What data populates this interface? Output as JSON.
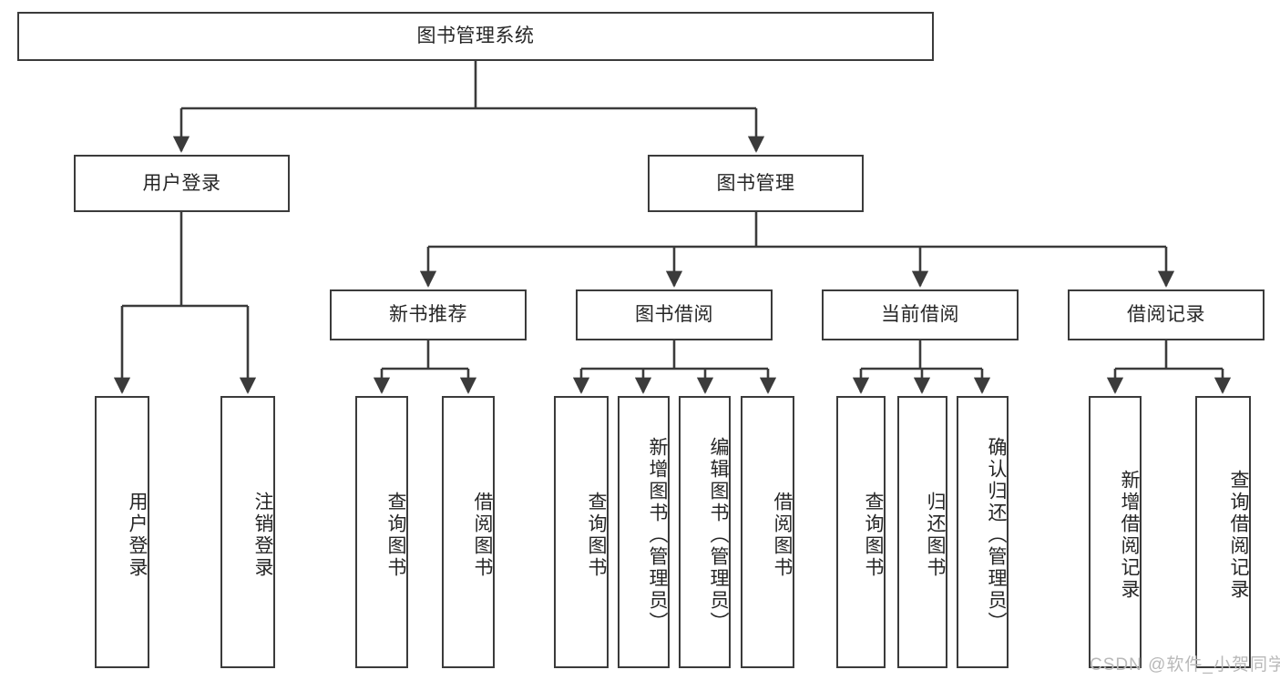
{
  "diagram": {
    "title": "图书管理系统",
    "type": "tree-hierarchy-diagram",
    "watermark": "CSDN @软件_小贺同学",
    "colors": {
      "box_border": "#3b3b3b",
      "box_fill": "#ffffff",
      "connector": "#3b3b3b",
      "text": "#262626",
      "watermark": "#b9b9b9",
      "background": "#ffffff"
    },
    "nodes": {
      "root": {
        "label": "图书管理系统",
        "level": 1,
        "orientation": "horizontal"
      },
      "user_login": {
        "label": "用户登录",
        "level": 2,
        "orientation": "horizontal"
      },
      "book_manage": {
        "label": "图书管理",
        "level": 2,
        "orientation": "horizontal"
      },
      "new_book_rec": {
        "label": "新书推荐",
        "level": 3,
        "orientation": "horizontal"
      },
      "book_borrow": {
        "label": "图书借阅",
        "level": 3,
        "orientation": "horizontal"
      },
      "current_borrow": {
        "label": "当前借阅",
        "level": 3,
        "orientation": "horizontal"
      },
      "borrow_record": {
        "label": "借阅记录",
        "level": 3,
        "orientation": "horizontal"
      },
      "leaf_1": {
        "label": "用户登录",
        "level": 4,
        "orientation": "vertical",
        "parent": "用户登录"
      },
      "leaf_2": {
        "label": "注销登录",
        "level": 4,
        "orientation": "vertical",
        "parent": "用户登录"
      },
      "leaf_3": {
        "label": "查询图书",
        "level": 4,
        "orientation": "vertical",
        "parent": "新书推荐"
      },
      "leaf_4": {
        "label": "借阅图书",
        "level": 4,
        "orientation": "vertical",
        "parent": "新书推荐"
      },
      "leaf_5": {
        "label": "查询图书",
        "level": 4,
        "orientation": "vertical",
        "parent": "图书借阅"
      },
      "leaf_6": {
        "label": "新增图书（管理员）",
        "level": 4,
        "orientation": "vertical",
        "parent": "图书借阅"
      },
      "leaf_7": {
        "label": "编辑图书（管理员）",
        "level": 4,
        "orientation": "vertical",
        "parent": "图书借阅"
      },
      "leaf_8": {
        "label": "借阅图书",
        "level": 4,
        "orientation": "vertical",
        "parent": "图书借阅"
      },
      "leaf_9": {
        "label": "查询图书",
        "level": 4,
        "orientation": "vertical",
        "parent": "当前借阅"
      },
      "leaf_10": {
        "label": "归还图书",
        "level": 4,
        "orientation": "vertical",
        "parent": "当前借阅"
      },
      "leaf_11": {
        "label": "确认归还（管理员）",
        "level": 4,
        "orientation": "vertical",
        "parent": "当前借阅"
      },
      "leaf_12": {
        "label": "新增借阅记录",
        "level": 4,
        "orientation": "vertical",
        "parent": "借阅记录"
      },
      "leaf_13": {
        "label": "查询借阅记录",
        "level": 4,
        "orientation": "vertical",
        "parent": "借阅记录"
      }
    }
  }
}
